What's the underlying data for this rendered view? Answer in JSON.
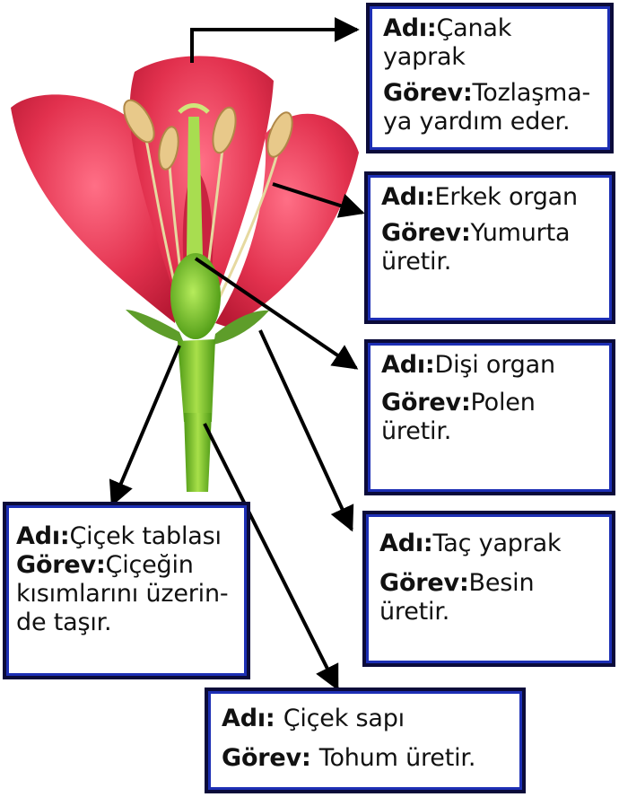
{
  "labels": [
    {
      "id": "canak",
      "key": "Adı:",
      "name": "Çanak yaprak",
      "key2": "Görev:",
      "task": [
        "Tozlaşma-",
        "ya yardım eder."
      ]
    },
    {
      "id": "erkek",
      "key": "Adı:",
      "name": "Erkek organ",
      "key2": "Görev:",
      "task": [
        "Yumurta",
        "üretir."
      ]
    },
    {
      "id": "disi",
      "key": "Adı:",
      "name": "Dişi organ",
      "key2": "Görev:",
      "task": [
        "Polen",
        "üretir."
      ]
    },
    {
      "id": "tac",
      "key": "Adı:",
      "name": "Taç yaprak",
      "key2": "Görev:",
      "task": [
        "Besin",
        "üretir."
      ]
    },
    {
      "id": "tabla",
      "key": "Adı:",
      "name": "Çiçek tablası",
      "key2": "Görev:",
      "task": [
        "Çiçeğin",
        "kısımlarını üzerin-",
        "de taşır."
      ]
    },
    {
      "id": "sap",
      "key": "Adı: ",
      "name": "Çiçek sapı",
      "key2": "Görev: ",
      "task": [
        "Tohum üretir."
      ]
    }
  ],
  "colors": {
    "box_border": "#1d2fb5",
    "petal": "#e23a55",
    "stem": "#7fcf2a",
    "arrow": "#000000"
  }
}
